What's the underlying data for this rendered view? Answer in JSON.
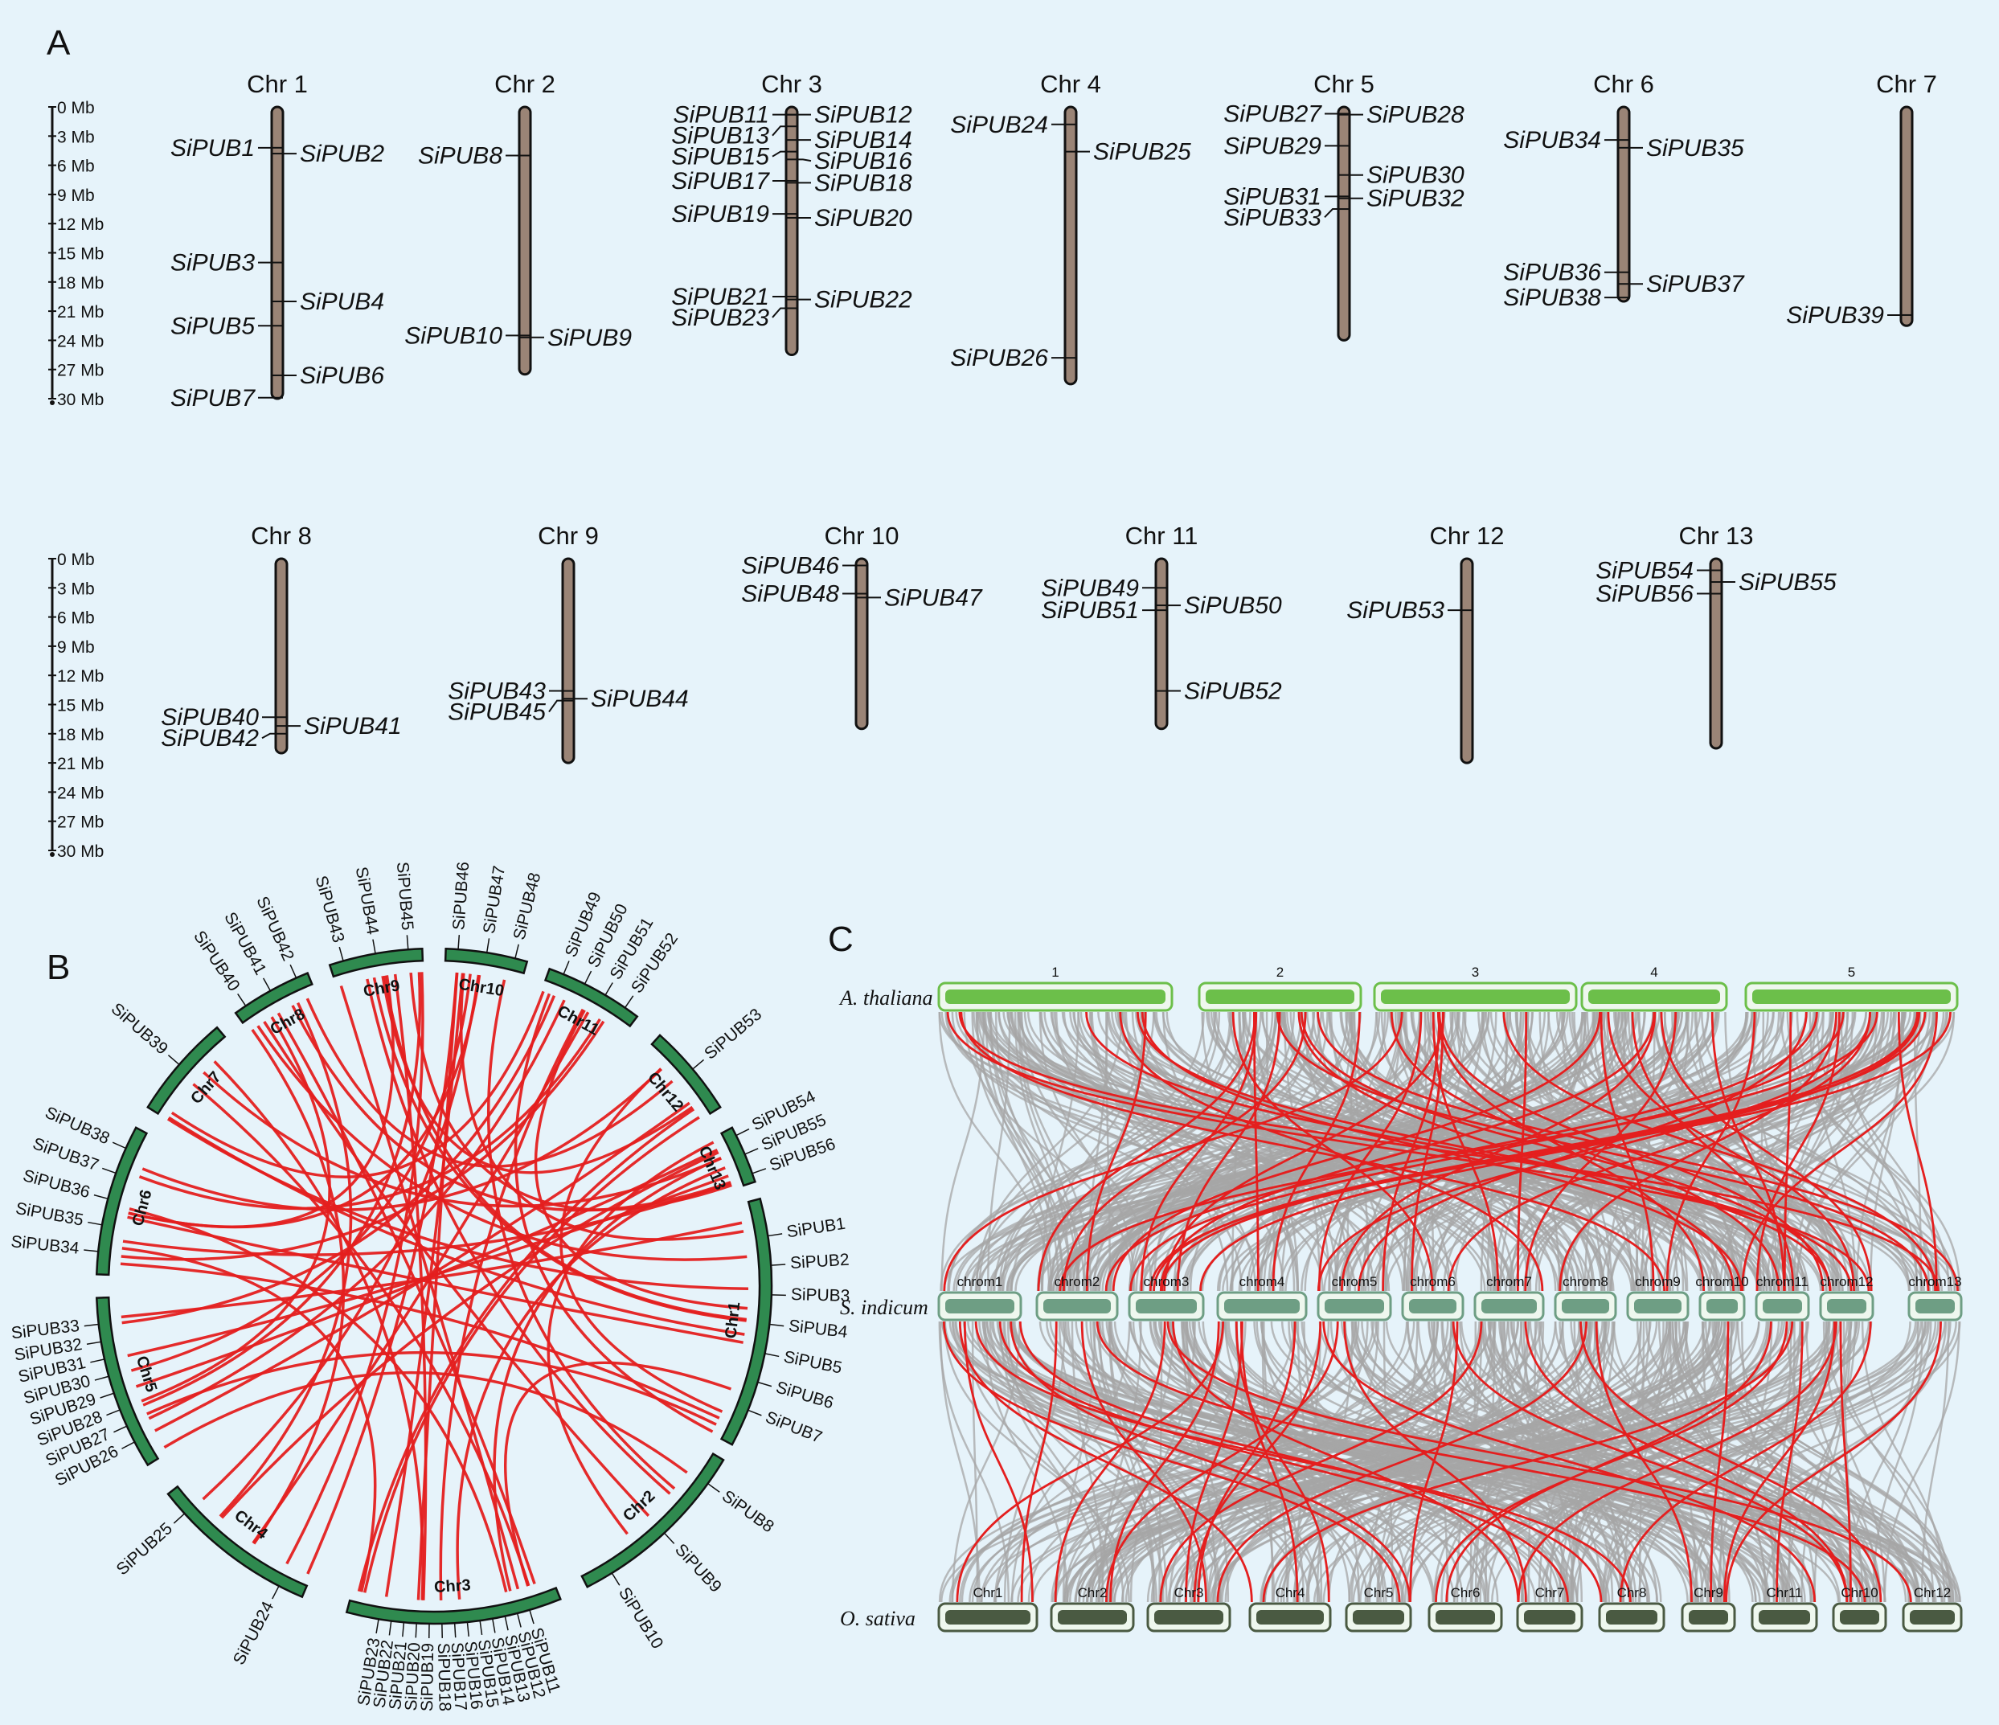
{
  "panels": {
    "A": "A",
    "B": "B",
    "C": "C"
  },
  "colors": {
    "background": "#e6f3fa",
    "chromosome_fill": "#9a8476",
    "circos_chr": "#2f8a4f",
    "link_red": "#e41f1f",
    "synteny_gray": "#a5a5a5",
    "athaliana_bar": "#6cbf4a",
    "sindicum_bar": "#6e9e84",
    "osativa_bar": "#4a5a42"
  },
  "panelA": {
    "scale_labels": [
      "0 Mb",
      "3 Mb",
      "6 Mb",
      "9 Mb",
      "12 Mb",
      "15 Mb",
      "18 Mb",
      "21 Mb",
      "24 Mb",
      "27 Mb",
      "30 Mb"
    ],
    "scale_max_mb": 30,
    "chromosomes": [
      {
        "name": "Chr 1",
        "length_mb": 30,
        "genes": [
          {
            "label": "SiPUB1",
            "side": "L",
            "mb": 4.2
          },
          {
            "label": "SiPUB2",
            "side": "R",
            "mb": 4.8
          },
          {
            "label": "SiPUB3",
            "side": "L",
            "mb": 16
          },
          {
            "label": "SiPUB4",
            "side": "R",
            "mb": 20
          },
          {
            "label": "SiPUB5",
            "side": "L",
            "mb": 22.5
          },
          {
            "label": "SiPUB6",
            "side": "R",
            "mb": 27.6
          },
          {
            "label": "SiPUB7",
            "side": "L",
            "mb": 29.9
          }
        ]
      },
      {
        "name": "Chr 2",
        "length_mb": 27.5,
        "genes": [
          {
            "label": "SiPUB8",
            "side": "L",
            "mb": 5
          },
          {
            "label": "SiPUB10",
            "side": "L",
            "mb": 23.5
          },
          {
            "label": "SiPUB9",
            "side": "R",
            "mb": 23.7
          }
        ]
      },
      {
        "name": "Chr 3",
        "length_mb": 25.5,
        "genes": [
          {
            "label": "SiPUB11",
            "side": "L",
            "mb": 0.8
          },
          {
            "label": "SiPUB12",
            "side": "R",
            "mb": 0.8
          },
          {
            "label": "SiPUB13",
            "side": "L",
            "mb": 2
          },
          {
            "label": "SiPUB14",
            "side": "R",
            "mb": 3.4
          },
          {
            "label": "SiPUB15",
            "side": "L",
            "mb": 4.6
          },
          {
            "label": "SiPUB16",
            "side": "R",
            "mb": 5.4
          },
          {
            "label": "SiPUB17",
            "side": "L",
            "mb": 7.6
          },
          {
            "label": "SiPUB18",
            "side": "R",
            "mb": 7.8
          },
          {
            "label": "SiPUB19",
            "side": "L",
            "mb": 11
          },
          {
            "label": "SiPUB20",
            "side": "R",
            "mb": 11.4
          },
          {
            "label": "SiPUB21",
            "side": "L",
            "mb": 19.5
          },
          {
            "label": "SiPUB22",
            "side": "R",
            "mb": 19.8
          },
          {
            "label": "SiPUB23",
            "side": "L",
            "mb": 20.7
          }
        ]
      },
      {
        "name": "Chr 4",
        "length_mb": 28.5,
        "genes": [
          {
            "label": "SiPUB24",
            "side": "L",
            "mb": 1.8
          },
          {
            "label": "SiPUB25",
            "side": "R",
            "mb": 4.6
          },
          {
            "label": "SiPUB26",
            "side": "L",
            "mb": 25.8
          }
        ]
      },
      {
        "name": "Chr 5",
        "length_mb": 24,
        "genes": [
          {
            "label": "SiPUB27",
            "side": "L",
            "mb": 0.7
          },
          {
            "label": "SiPUB28",
            "side": "R",
            "mb": 0.8
          },
          {
            "label": "SiPUB29",
            "side": "L",
            "mb": 4
          },
          {
            "label": "SiPUB30",
            "side": "R",
            "mb": 7
          },
          {
            "label": "SiPUB31",
            "side": "L",
            "mb": 9.2
          },
          {
            "label": "SiPUB32",
            "side": "R",
            "mb": 9.4
          },
          {
            "label": "SiPUB33",
            "side": "L",
            "mb": 10.5
          }
        ]
      },
      {
        "name": "Chr 6",
        "length_mb": 20,
        "genes": [
          {
            "label": "SiPUB34",
            "side": "L",
            "mb": 3.4
          },
          {
            "label": "SiPUB35",
            "side": "R",
            "mb": 4.2
          },
          {
            "label": "SiPUB36",
            "side": "L",
            "mb": 17
          },
          {
            "label": "SiPUB37",
            "side": "R",
            "mb": 18.2
          },
          {
            "label": "SiPUB38",
            "side": "L",
            "mb": 19.6
          }
        ]
      },
      {
        "name": "Chr 7",
        "length_mb": 22.5,
        "genes": [
          {
            "label": "SiPUB39",
            "side": "L",
            "mb": 21.4
          }
        ]
      },
      {
        "name": "Chr 8",
        "length_mb": 20,
        "genes": [
          {
            "label": "SiPUB40",
            "side": "L",
            "mb": 16.3
          },
          {
            "label": "SiPUB41",
            "side": "R",
            "mb": 17.2
          },
          {
            "label": "SiPUB42",
            "side": "L",
            "mb": 18
          }
        ]
      },
      {
        "name": "Chr 9",
        "length_mb": 21,
        "genes": [
          {
            "label": "SiPUB43",
            "side": "L",
            "mb": 13.6
          },
          {
            "label": "SiPUB44",
            "side": "R",
            "mb": 14.4
          },
          {
            "label": "SiPUB45",
            "side": "L",
            "mb": 14.6
          }
        ]
      },
      {
        "name": "Chr 10",
        "length_mb": 17.5,
        "genes": [
          {
            "label": "SiPUB46",
            "side": "L",
            "mb": 0.7
          },
          {
            "label": "SiPUB48",
            "side": "L",
            "mb": 3.6
          },
          {
            "label": "SiPUB47",
            "side": "R",
            "mb": 4
          }
        ]
      },
      {
        "name": "Chr 11",
        "length_mb": 17.5,
        "genes": [
          {
            "label": "SiPUB49",
            "side": "L",
            "mb": 3
          },
          {
            "label": "SiPUB51",
            "side": "L",
            "mb": 5.3
          },
          {
            "label": "SiPUB50",
            "side": "R",
            "mb": 4.8
          },
          {
            "label": "SiPUB52",
            "side": "R",
            "mb": 13.6
          }
        ]
      },
      {
        "name": "Chr 12",
        "length_mb": 21,
        "genes": [
          {
            "label": "SiPUB53",
            "side": "L",
            "mb": 5.3
          }
        ]
      },
      {
        "name": "Chr 13",
        "length_mb": 19.5,
        "genes": [
          {
            "label": "SiPUB54",
            "side": "L",
            "mb": 1.2
          },
          {
            "label": "SiPUB55",
            "side": "R",
            "mb": 2.4
          },
          {
            "label": "SiPUB56",
            "side": "L",
            "mb": 3.6
          }
        ]
      }
    ]
  },
  "panelB": {
    "chromosomes": [
      {
        "name": "Chr1",
        "genes": [
          "SiPUB1",
          "SiPUB2",
          "SiPUB3",
          "SiPUB4",
          "SiPUB5",
          "SiPUB6",
          "SiPUB7"
        ]
      },
      {
        "name": "Chr2",
        "genes": [
          "SiPUB8",
          "SiPUB9",
          "SiPUB10"
        ]
      },
      {
        "name": "Chr3",
        "genes": [
          "SiPUB11",
          "SiPUB12",
          "SiPUB13",
          "SiPUB14",
          "SiPUB15",
          "SiPUB16",
          "SiPUB17",
          "SiPUB18",
          "SiPUB19",
          "SiPUB20",
          "SiPUB21",
          "SiPUB22",
          "SiPUB23"
        ]
      },
      {
        "name": "Chr4",
        "genes": [
          "SiPUB24",
          "SiPUB25"
        ]
      },
      {
        "name": "Chr5",
        "genes": [
          "SiPUB26",
          "SiPUB27",
          "SiPUB28",
          "SiPUB29",
          "SiPUB30",
          "SiPUB31",
          "SiPUB32",
          "SiPUB33"
        ]
      },
      {
        "name": "Chr6",
        "genes": [
          "SiPUB34",
          "SiPUB35",
          "SiPUB36",
          "SiPUB37",
          "SiPUB38"
        ]
      },
      {
        "name": "Chr7",
        "genes": [
          "SiPUB39"
        ]
      },
      {
        "name": "Chr8",
        "genes": [
          "SiPUB40",
          "SiPUB41",
          "SiPUB42"
        ]
      },
      {
        "name": "Chr9",
        "genes": [
          "SiPUB43",
          "SiPUB44",
          "SiPUB45"
        ]
      },
      {
        "name": "Chr10",
        "genes": [
          "SiPUB46",
          "SiPUB47",
          "SiPUB48"
        ]
      },
      {
        "name": "Chr11",
        "genes": [
          "SiPUB49",
          "SiPUB50",
          "SiPUB51",
          "SiPUB52"
        ]
      },
      {
        "name": "Chr12",
        "genes": [
          "SiPUB53"
        ]
      },
      {
        "name": "Chr13",
        "genes": [
          "SiPUB54",
          "SiPUB55",
          "SiPUB56"
        ]
      }
    ]
  },
  "panelC": {
    "species": [
      "A. thaliana",
      "S. indicum",
      "O. sativa"
    ],
    "athaliana": [
      "1",
      "2",
      "3",
      "4",
      "5"
    ],
    "sindicum": [
      "chrom1",
      "chrom2",
      "chrom3",
      "chrom4",
      "chrom5",
      "chrom6",
      "chrom7",
      "chrom8",
      "chrom9",
      "chrom10",
      "chrom11",
      "chrom12",
      "chrom13"
    ],
    "osativa": [
      "Chr1",
      "Chr2",
      "Chr3",
      "Chr4",
      "Chr5",
      "Chr6",
      "Chr7",
      "Chr8",
      "Chr9",
      "Chr11",
      "Chr10",
      "Chr12"
    ]
  }
}
